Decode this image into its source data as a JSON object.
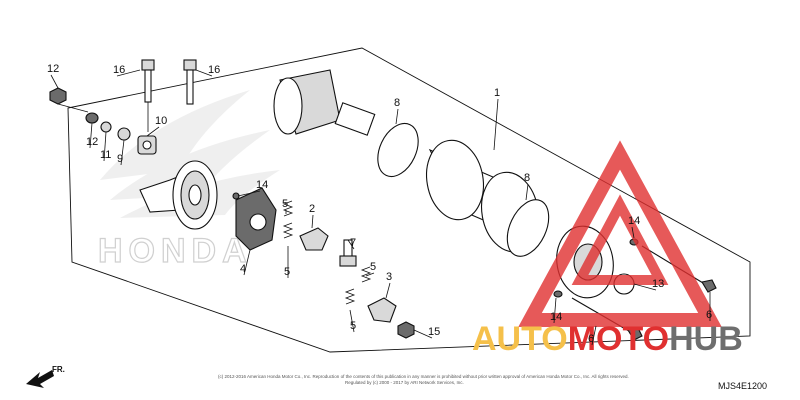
{
  "diagram": {
    "callouts": [
      "12",
      "16",
      "16",
      "12",
      "11",
      "9",
      "10",
      "14",
      "5",
      "2",
      "4",
      "5",
      "7",
      "5",
      "3",
      "5",
      "15",
      "8",
      "1",
      "8",
      "14",
      "13",
      "14",
      "6",
      "6"
    ],
    "diagram_code": "MJS4E1200",
    "front_label": "FR.",
    "copyright_line1": "(c) 2012-2016 American Honda Motor Co., Inc. Reproduction of the contents of this publication in any manner is prohibited without prior written approval of American Honda Motor Co., Inc. All rights reserved.",
    "copyright_line2": "Regulated by (c) 2000 - 2017 by ARI Network Services, Inc.",
    "background_brand": "HONDA",
    "watermark": {
      "part1": "AUTO",
      "part2": "MOTO",
      "part3": "HUB",
      "color_yellow": "#f5c04a",
      "color_red": "#e03030",
      "color_grey": "#6e6e6e"
    }
  }
}
